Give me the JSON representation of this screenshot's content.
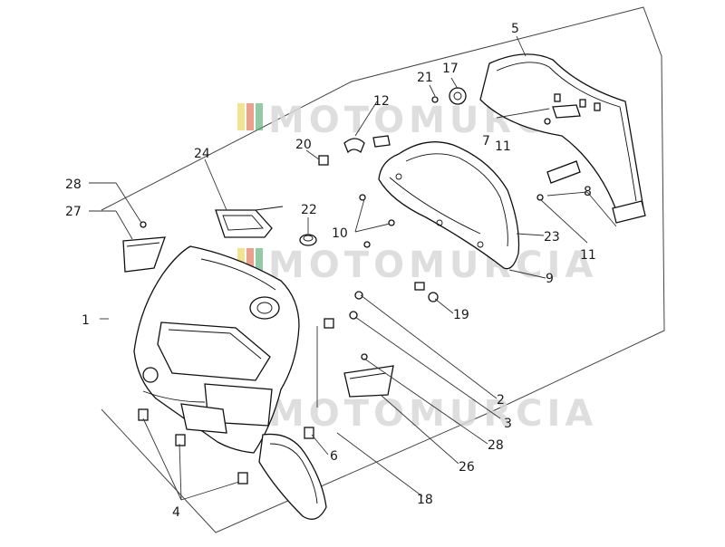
{
  "diagram": {
    "watermark_text": "MOTOMURCIA",
    "watermark_colors": [
      "#e8d04a",
      "#e0603a",
      "#4aa66a"
    ],
    "part_labels": {
      "p1": "1",
      "p2": "2",
      "p3": "3",
      "p4": "4",
      "p5": "5",
      "p6": "6",
      "p7": "7",
      "p8": "8",
      "p9": "9",
      "p10": "10",
      "p11a": "11",
      "p11b": "11",
      "p12": "12",
      "p17": "17",
      "p18": "18",
      "p19": "19",
      "p20": "20",
      "p21": "21",
      "p22": "22",
      "p23": "23",
      "p24": "24",
      "p26": "26",
      "p27": "27",
      "p28a": "28",
      "p28b": "28"
    }
  }
}
